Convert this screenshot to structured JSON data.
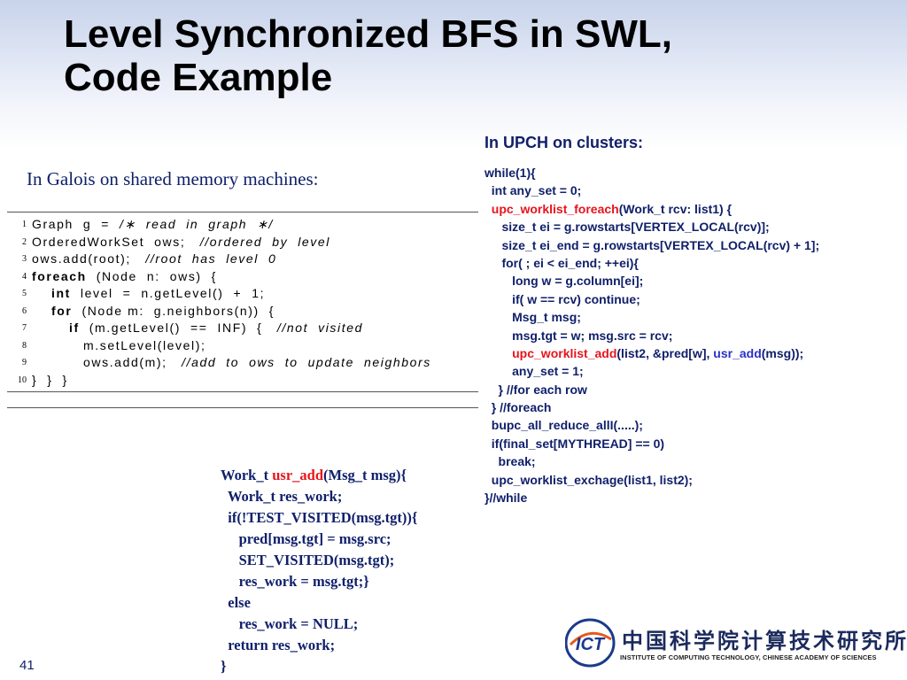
{
  "slide": {
    "title_line1": "Level Synchronized BFS in SWL,",
    "title_line2": "Code Example",
    "number": "41"
  },
  "galois": {
    "heading": "In Galois on shared memory machines:",
    "lines": [
      {
        "num": "1",
        "indent": 0,
        "parts": [
          {
            "t": "Graph  g  =  "
          },
          {
            "t": "/∗  read  in  graph  ∗/",
            "c": "cm"
          }
        ]
      },
      {
        "num": "2",
        "indent": 0,
        "parts": [
          {
            "t": "OrderedWorkSet  ows;   "
          },
          {
            "t": "//ordered  by  level",
            "c": "cm"
          }
        ]
      },
      {
        "num": "3",
        "indent": 0,
        "parts": [
          {
            "t": "ows.add(root);   "
          },
          {
            "t": "//root  has  level  0",
            "c": "cm"
          }
        ]
      },
      {
        "num": "4",
        "indent": 0,
        "parts": [
          {
            "t": "foreach",
            "c": "kw"
          },
          {
            "t": "  (Node  n:  ows)  {"
          }
        ]
      },
      {
        "num": "5",
        "indent": 1,
        "parts": [
          {
            "t": "int",
            "c": "kw"
          },
          {
            "t": "  level  =  n.getLevel()  +  1;"
          }
        ]
      },
      {
        "num": "6",
        "indent": 1,
        "parts": [
          {
            "t": "for",
            "c": "kw"
          },
          {
            "t": "  (Node m:  g.neighbors(n))  {"
          }
        ]
      },
      {
        "num": "7",
        "indent": 2,
        "parts": [
          {
            "t": "if",
            "c": "kw"
          },
          {
            "t": "  (m.getLevel()  ==  INF)  {   "
          },
          {
            "t": "//not  visited",
            "c": "cm"
          }
        ]
      },
      {
        "num": "8",
        "indent": 3,
        "parts": [
          {
            "t": "m.setLevel(level);"
          }
        ]
      },
      {
        "num": "9",
        "indent": 3,
        "parts": [
          {
            "t": "ows.add(m);   "
          },
          {
            "t": "//add  to  ows  to  update  neighbors",
            "c": "cm"
          }
        ]
      },
      {
        "num": "10",
        "indent": 0,
        "parts": [
          {
            "t": "}  }  }"
          }
        ]
      }
    ]
  },
  "upch": {
    "heading": "In UPCH on clusters:",
    "lines": [
      [
        {
          "t": "while(1){"
        }
      ],
      [
        {
          "t": "  int any_set = 0;"
        }
      ],
      [
        {
          "t": "  "
        },
        {
          "t": "upc_worklist_foreach",
          "c": "red"
        },
        {
          "t": "(Work_t rcv: list1) {"
        }
      ],
      [
        {
          "t": "     size_t ei = g.rowstarts[VERTEX_LOCAL(rcv)];"
        }
      ],
      [
        {
          "t": "     size_t ei_end = g.rowstarts[VERTEX_LOCAL(rcv) + 1];"
        }
      ],
      [
        {
          "t": "     for( ; ei < ei_end; ++ei){"
        }
      ],
      [
        {
          "t": "        long w = g.column[ei];"
        }
      ],
      [
        {
          "t": "        if( w == rcv) continue;"
        }
      ],
      [
        {
          "t": "        Msg_t msg;"
        }
      ],
      [
        {
          "t": "        msg.tgt = w; msg.src = rcv;"
        }
      ],
      [
        {
          "t": "        "
        },
        {
          "t": "upc_worklist_add",
          "c": "red"
        },
        {
          "t": "(list2, &pred[w], "
        },
        {
          "t": "usr_add",
          "c": "blue"
        },
        {
          "t": "(msg));"
        }
      ],
      [
        {
          "t": "        any_set = 1;"
        }
      ],
      [
        {
          "t": "    } //for each row"
        }
      ],
      [
        {
          "t": "  } //foreach"
        }
      ],
      [
        {
          "t": "  bupc_all_reduce_allI(.....);"
        }
      ],
      [
        {
          "t": "  if(final_set[MYTHREAD] == 0)"
        }
      ],
      [
        {
          "t": "    break;"
        }
      ],
      [
        {
          "t": "  upc_worklist_exchage(list1, list2);"
        }
      ],
      [
        {
          "t": "}//while"
        }
      ]
    ]
  },
  "usradd": {
    "lines": [
      [
        {
          "t": "Work_t "
        },
        {
          "t": "usr_add",
          "c": "red"
        },
        {
          "t": "(Msg_t msg){"
        }
      ],
      [
        {
          "t": "  Work_t res_work;"
        }
      ],
      [
        {
          "t": "  if(!TEST_VISITED(msg.tgt)){"
        }
      ],
      [
        {
          "t": "     pred[msg.tgt] = msg.src;"
        }
      ],
      [
        {
          "t": "     SET_VISITED(msg.tgt);"
        }
      ],
      [
        {
          "t": "     res_work = msg.tgt;}"
        }
      ],
      [
        {
          "t": "  else"
        }
      ],
      [
        {
          "t": "     res_work = NULL;"
        }
      ],
      [
        {
          "t": "  return res_work;"
        }
      ],
      [
        {
          "t": "}"
        }
      ]
    ]
  },
  "logo": {
    "mark": "ICT",
    "chinese": "中国科学院计算技术研究所",
    "english": "INSTITUTE OF COMPUTING TECHNOLOGY, CHINESE ACADEMY OF SCIENCES",
    "colors": {
      "blue": "#1b3a8c",
      "orange": "#e8571c"
    }
  }
}
